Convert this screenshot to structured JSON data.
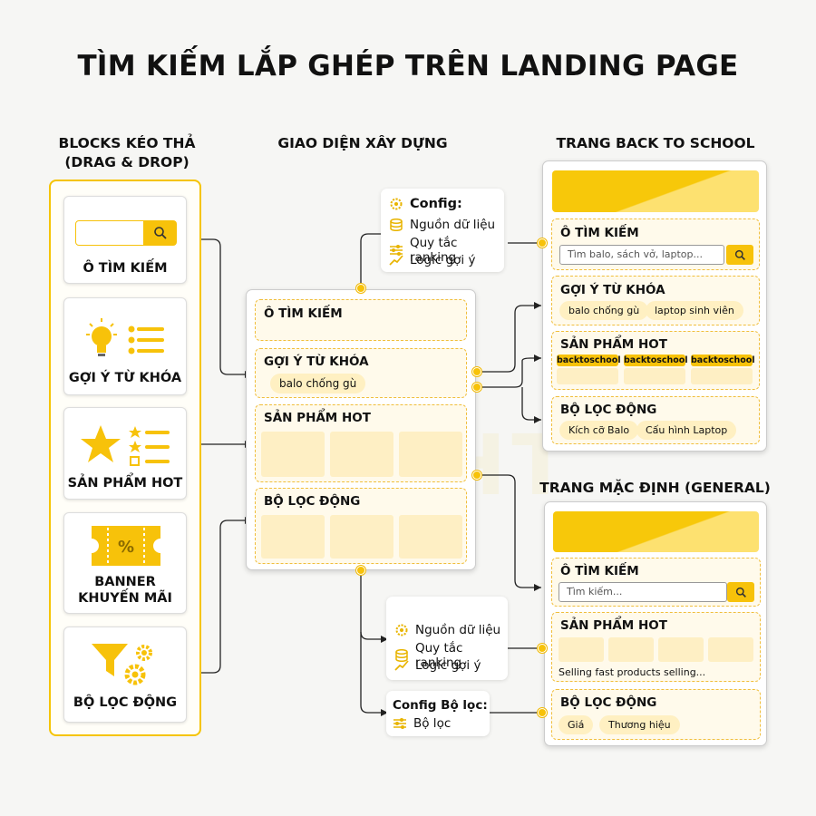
{
  "title": "TÌM KIẾM LẮP GHÉP TRÊN LANDING PAGE",
  "columns": {
    "blocks_line1": "BLOCKS KÉO THẢ",
    "blocks_line2": "(DRAG & DROP)",
    "builder": "GIAO DIỆN XÂY DỰNG",
    "back_to_school": "TRANG BACK TO SCHOOL",
    "general": "TRANG MẶC ĐỊNH (GENERAL)"
  },
  "blocks": [
    {
      "label": "Ô TÌM KIẾM",
      "icon": "search-bar-icon"
    },
    {
      "label": "GỢI Ý TỪ KHÓA",
      "icon": "lightbulb-list-icon"
    },
    {
      "label": "SẢN PHẨM HOT",
      "icon": "star-list-icon"
    },
    {
      "label_line1": "BANNER",
      "label_line2": "KHUYẾN MÃI",
      "icon": "discount-ticket-icon"
    },
    {
      "label": "BỘ LỌC ĐỘNG",
      "icon": "funnel-gear-icon"
    }
  ],
  "builder": {
    "sections": [
      {
        "label": "Ô TÌM KIẾM"
      },
      {
        "label": "GỢI Ý TỪ KHÓA",
        "pill": "balo chống gù"
      },
      {
        "label": "SẢN PHẨM HOT"
      },
      {
        "label": "BỘ LỌC ĐỘNG"
      }
    ]
  },
  "config_top": {
    "title": "Config:",
    "items": [
      "Nguồn dữ liệu",
      "Quy tắc ranking",
      "Logic gợi ý"
    ]
  },
  "config_bottom": {
    "items": [
      "Nguồn dữ liệu",
      "Quy tắc ranking",
      "Logic gợi ý"
    ]
  },
  "config_filter": {
    "title": "Config Bộ lọc:",
    "item": "Bộ lọc"
  },
  "back_to_school": {
    "search_label": "Ô TÌM KIẾM",
    "search_placeholder": "Tìm balo, sách vở, laptop...",
    "suggest_label": "GỢI Ý TỪ KHÓA",
    "suggest_pills": [
      "balo chống gù",
      "laptop sinh viên"
    ],
    "hot_label": "SẢN PHẨM HOT",
    "hot_tags": [
      "backtoschool",
      "backtoschool",
      "backtoschool"
    ],
    "filter_label": "BỘ LỌC ĐỘNG",
    "filter_pills": [
      "Kích cỡ Balo",
      "Cấu hình Laptop"
    ]
  },
  "general": {
    "search_label": "Ô TÌM KIẾM",
    "search_placeholder": "Tìm kiếm...",
    "hot_label": "SẢN PHẨM HOT",
    "hot_caption": "Selling fast products selling...",
    "filter_label": "BỘ LỌC ĐỘNG",
    "filter_pills": [
      "Giá",
      "Thương hiệu"
    ]
  },
  "colors": {
    "accent": "#f7c20a",
    "section_bg": "#fffaeb",
    "dash": "#f0be3c"
  }
}
